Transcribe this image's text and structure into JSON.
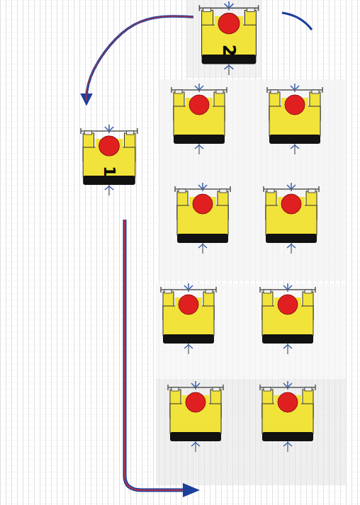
{
  "diagram": {
    "nodes": [
      {
        "text": [
          "2"
        ]
      },
      {
        "text": [
          "1"
        ]
      }
    ],
    "edges": [
      {
        "from": 0,
        "to": 1,
        "arrow": "to"
      }
    ]
  }
}
